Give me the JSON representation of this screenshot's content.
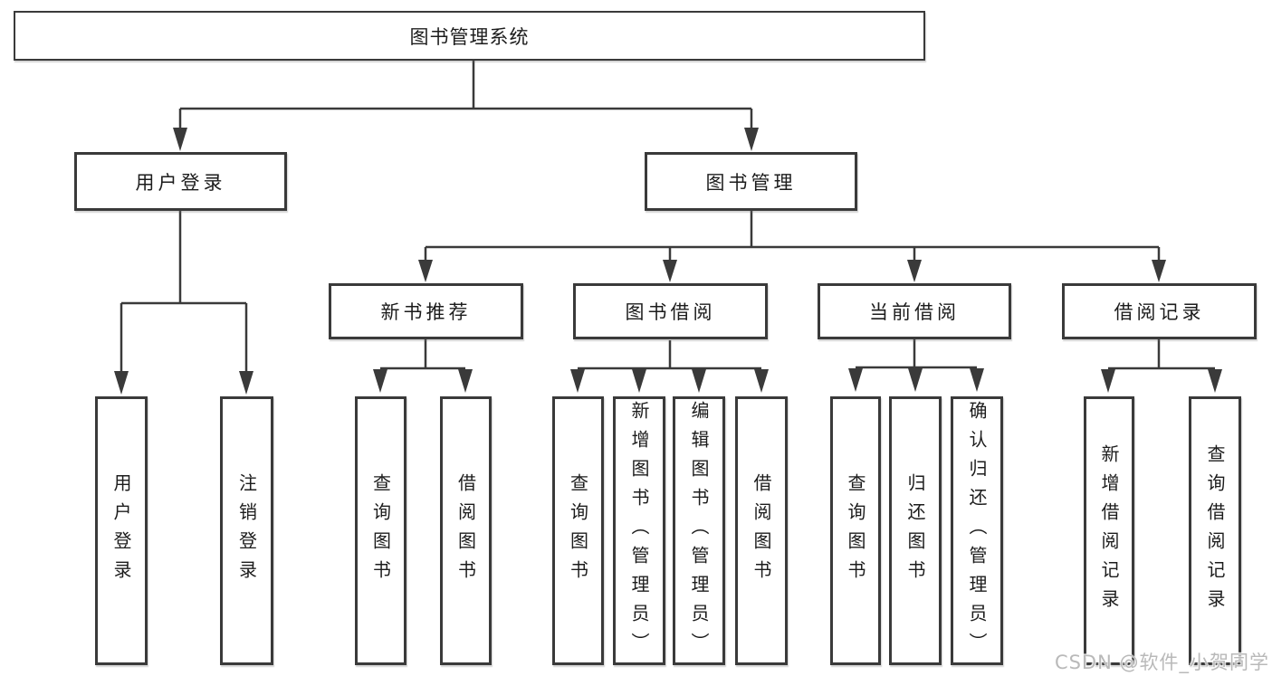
{
  "root": {
    "label": "图书管理系统"
  },
  "level2": [
    {
      "label": "用户登录"
    },
    {
      "label": "图书管理"
    }
  ],
  "level3": [
    {
      "label": "新书推荐"
    },
    {
      "label": "图书借阅"
    },
    {
      "label": "当前借阅"
    },
    {
      "label": "借阅记录"
    }
  ],
  "level4": [
    {
      "group": "用户登录",
      "label": "用户登录"
    },
    {
      "group": "用户登录",
      "label": "注销登录"
    },
    {
      "group": "新书推荐",
      "label": "查询图书"
    },
    {
      "group": "新书推荐",
      "label": "借阅图书"
    },
    {
      "group": "图书借阅",
      "label": "查询图书"
    },
    {
      "group": "图书借阅",
      "label": "新增图书（管理员）"
    },
    {
      "group": "图书借阅",
      "label": "编辑图书（管理员）"
    },
    {
      "group": "图书借阅",
      "label": "借阅图书"
    },
    {
      "group": "当前借阅",
      "label": "查询图书"
    },
    {
      "group": "当前借阅",
      "label": "归还图书"
    },
    {
      "group": "当前借阅",
      "label": "确认归还（管理员）"
    },
    {
      "group": "借阅记录",
      "label": "新增借阅记录"
    },
    {
      "group": "借阅记录",
      "label": "查询借阅记录"
    }
  ],
  "watermark": "CSDN @软件_小贺同学",
  "colors": {
    "line": "#3a3a3a",
    "box_border": "#3a3a3a",
    "box_fill": "#ffffff",
    "text": "#1c1c1c",
    "watermark": "#b9b9b9"
  }
}
